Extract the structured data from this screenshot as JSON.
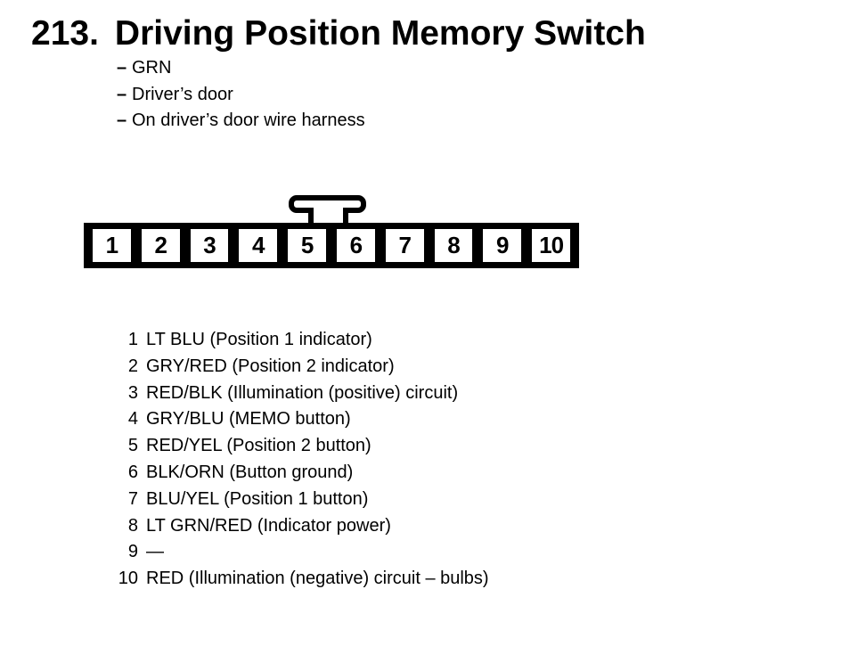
{
  "header": {
    "number": "213.",
    "title": "Driving Position Memory Switch"
  },
  "details": {
    "bullet": "–",
    "items": [
      "GRN",
      "Driver’s door",
      "On driver’s door wire harness"
    ]
  },
  "connector": {
    "cavities": [
      "1",
      "2",
      "3",
      "4",
      "5",
      "6",
      "7",
      "8",
      "9",
      "10"
    ]
  },
  "pins": [
    {
      "num": "1",
      "desc": "LT BLU (Position 1 indicator)"
    },
    {
      "num": "2",
      "desc": "GRY/RED (Position 2 indicator)"
    },
    {
      "num": "3",
      "desc": "RED/BLK (Illumination (positive) circuit)"
    },
    {
      "num": "4",
      "desc": "GRY/BLU (MEMO button)"
    },
    {
      "num": "5",
      "desc": "RED/YEL (Position 2 button)"
    },
    {
      "num": "6",
      "desc": "BLK/ORN (Button ground)"
    },
    {
      "num": "7",
      "desc": "BLU/YEL (Position 1 button)"
    },
    {
      "num": "8",
      "desc": "LT GRN/RED (Indicator power)"
    },
    {
      "num": "9",
      "desc": "—"
    },
    {
      "num": "10",
      "desc": "RED (Illumination (negative) circuit – bulbs)"
    }
  ],
  "colors": {
    "ink": "#000000",
    "paper": "#ffffff"
  }
}
